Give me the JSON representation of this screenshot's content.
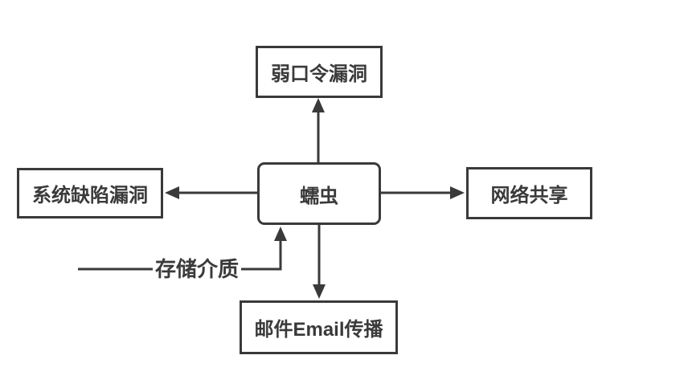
{
  "colors": {
    "stroke": "#3a3a3a",
    "text": "#3a3a3a",
    "background": "#ffffff",
    "node-background": "#ffffff"
  },
  "nodes": {
    "center": {
      "label": "蠕虫"
    },
    "top": {
      "label": "弱口令漏洞"
    },
    "left": {
      "label": "系统缺陷漏洞"
    },
    "right": {
      "label": "网络共享"
    },
    "bottom": {
      "label": "邮件Email传播"
    }
  },
  "edges": {
    "storage": {
      "label": "存储介质"
    }
  }
}
